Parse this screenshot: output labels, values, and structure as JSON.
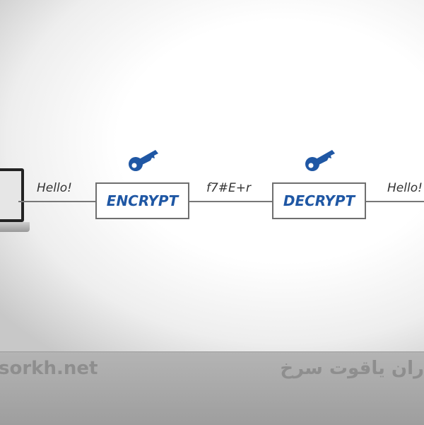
{
  "diagram": {
    "plaintext_in": "Hello!",
    "encrypt_label": "ENCRYPT",
    "ciphertext": "f7#E+r",
    "decrypt_label": "DECRYPT",
    "plaintext_out": "Hello!"
  },
  "watermark": {
    "left": "sorkh.net",
    "right": "ران یاقوت سرخ"
  },
  "colors": {
    "accent": "#1f57a4"
  }
}
